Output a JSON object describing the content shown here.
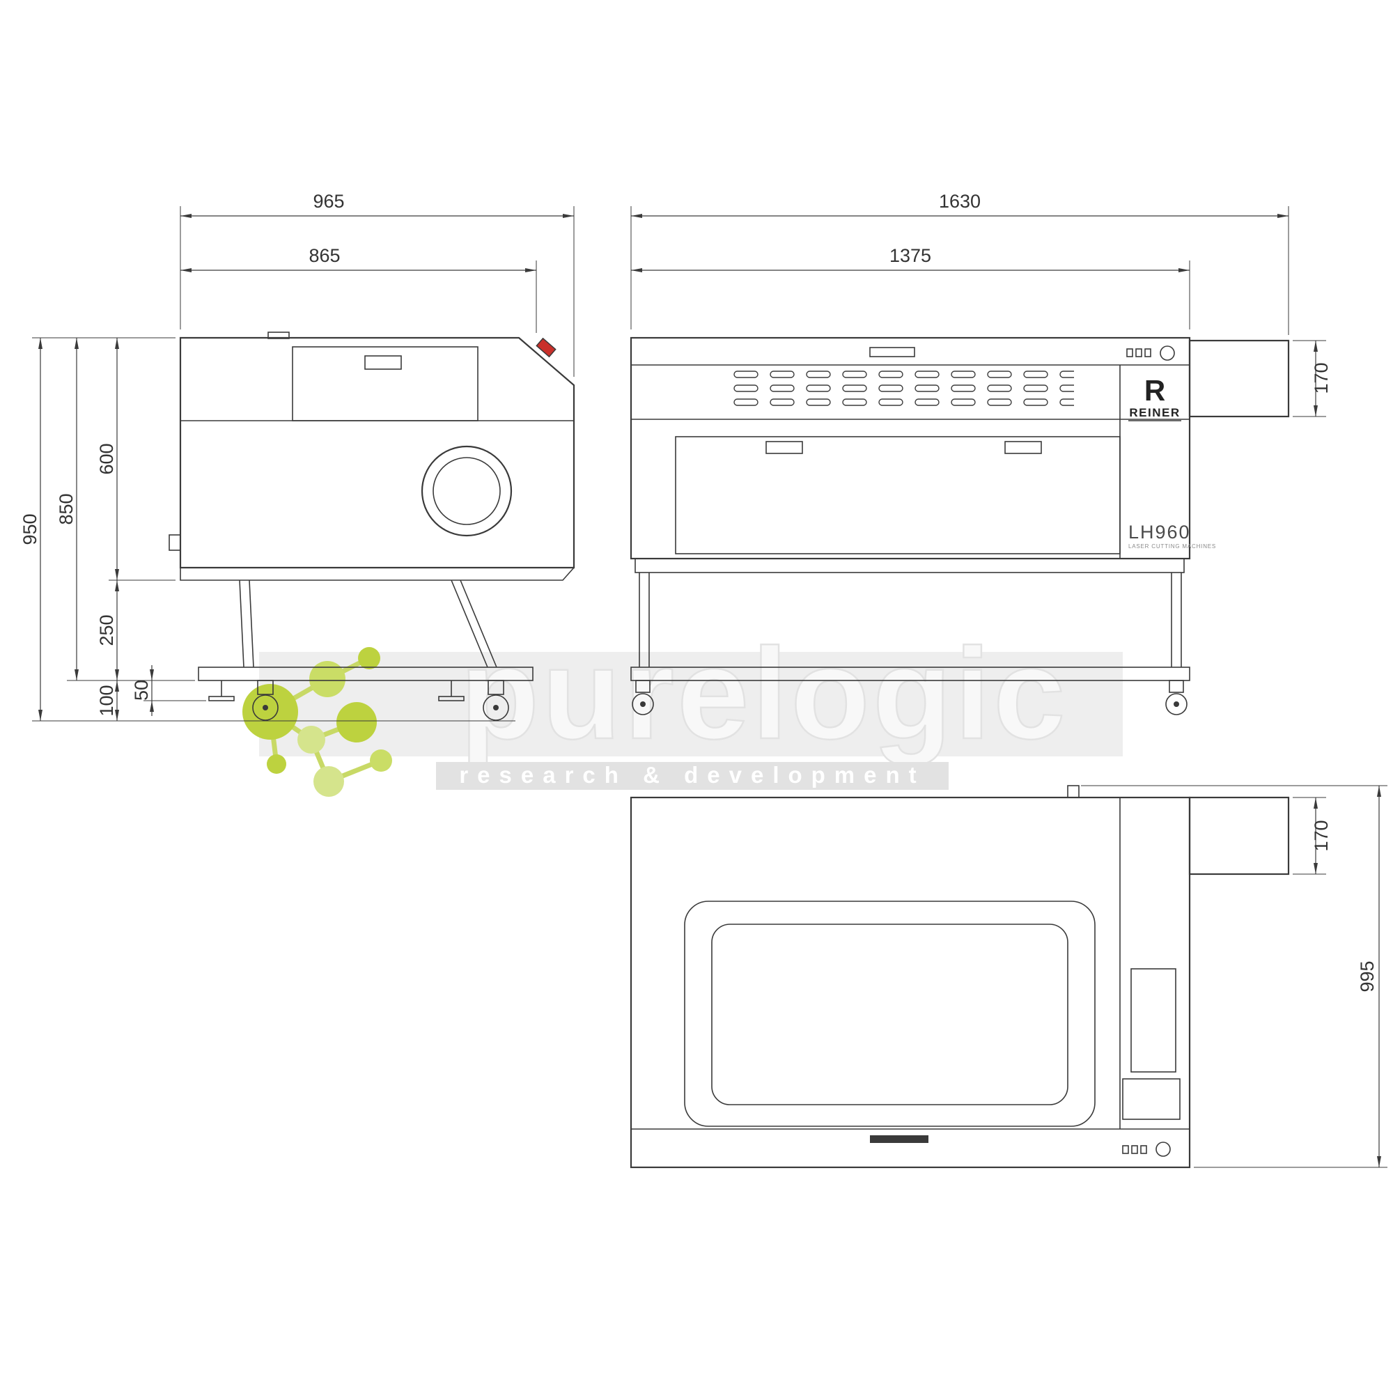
{
  "meta": {
    "type": "technical-dimension-drawing"
  },
  "colors": {
    "line": "#3a3a3a",
    "accent_green": "#bdd23f",
    "watermark_band": "#eeeeee",
    "estop_red": "#c9302a"
  },
  "watermark": {
    "wordmark": "purelogic",
    "tagline": "research & development"
  },
  "brand": {
    "initial": "R",
    "name": "REINER",
    "model": "LH960",
    "model_note": "LASER CUTTING MACHINES"
  },
  "dims": {
    "side": {
      "overall_depth": "965",
      "body_depth": "865",
      "overall_height": "950",
      "upper_height": "850",
      "body_height": "600",
      "stand_height": "250",
      "foot_height": "50",
      "clearance": "100"
    },
    "front": {
      "overall_width": "1630",
      "body_width": "1375",
      "exhaust_height": "170"
    },
    "top": {
      "exhaust_depth": "170",
      "overall_depth": "995"
    }
  }
}
